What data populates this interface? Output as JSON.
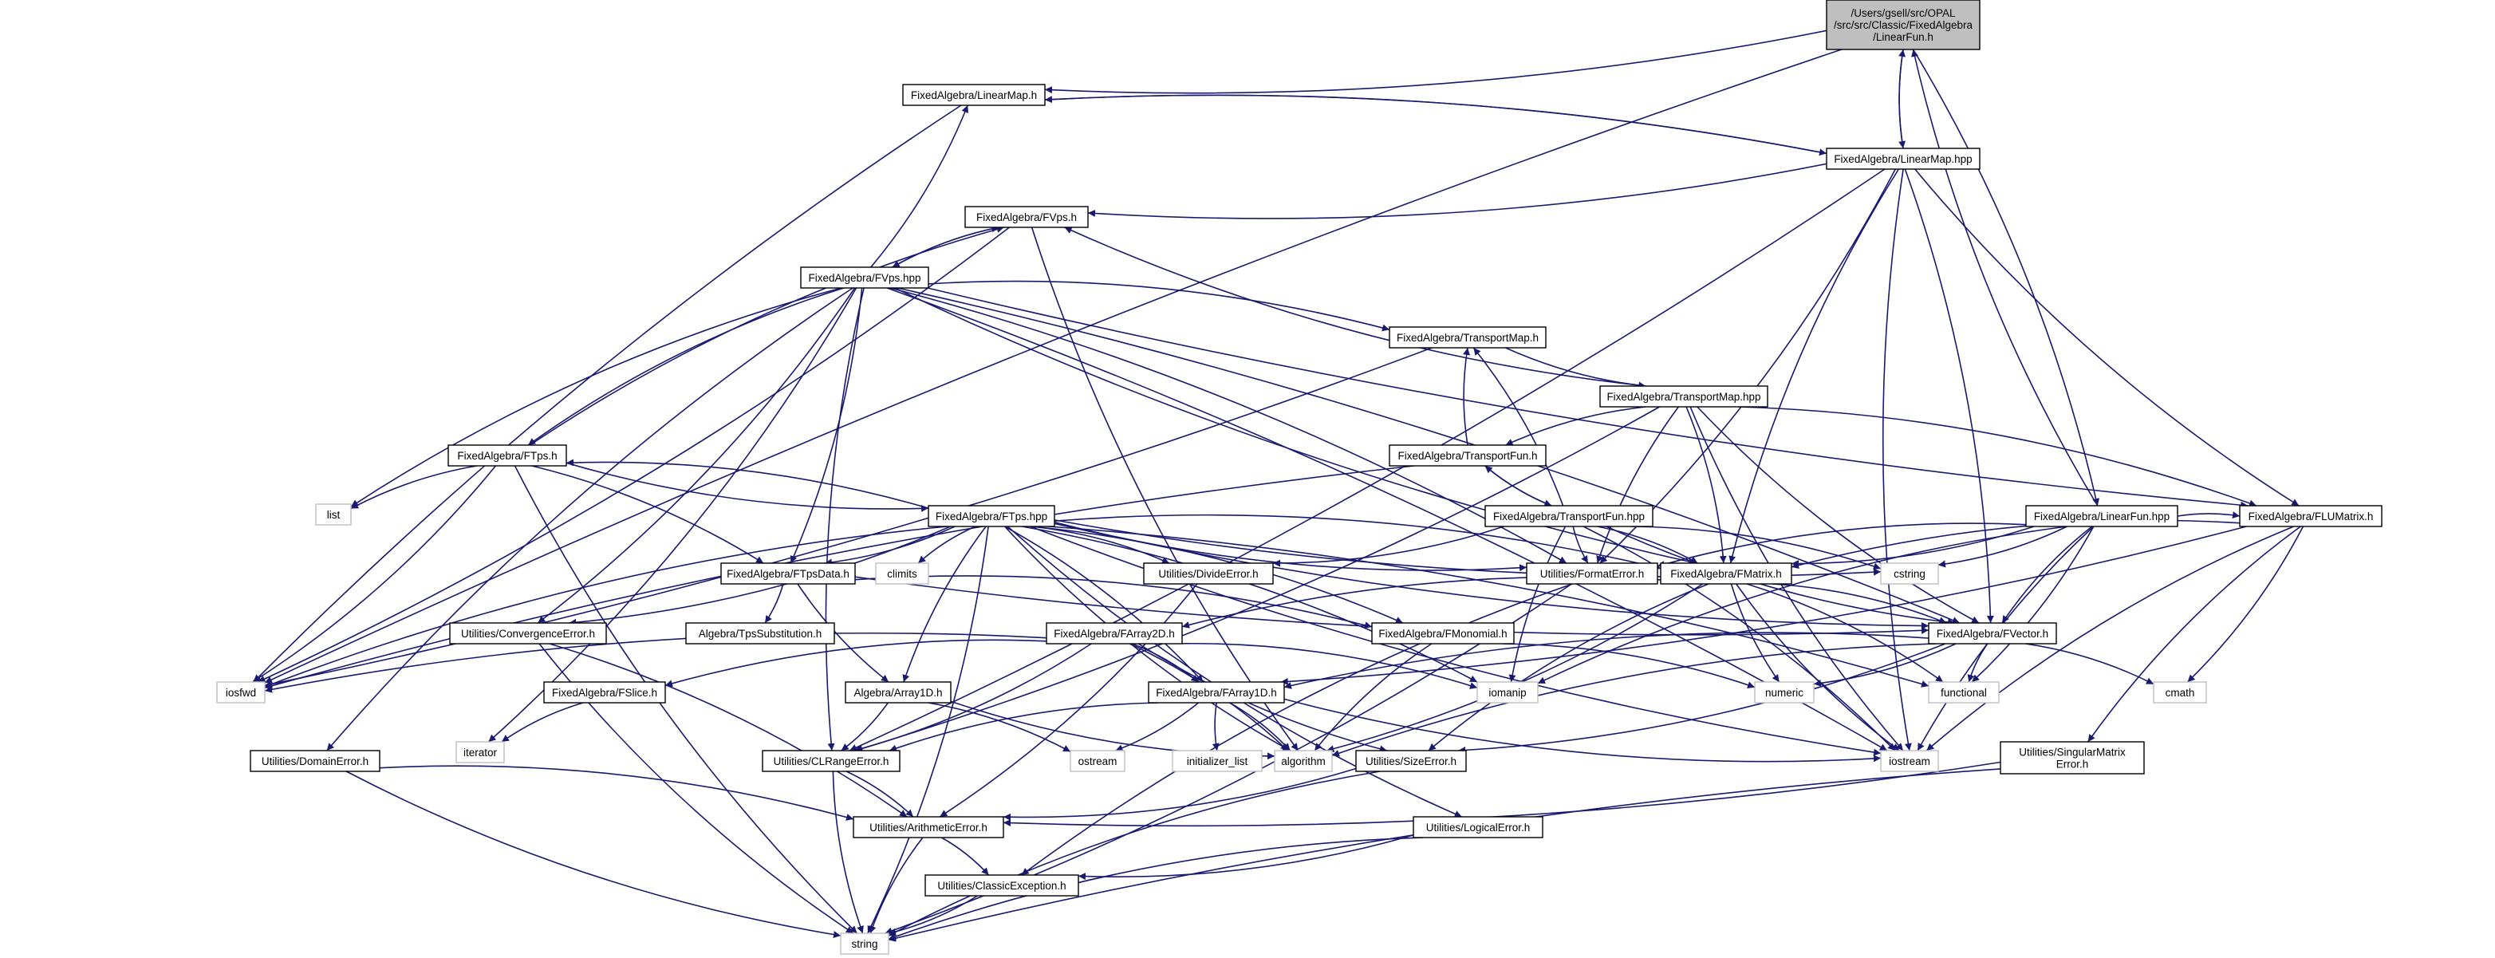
{
  "colors": {
    "edge": "#191970",
    "root_fill": "#bfbfbf",
    "root_border": "#000000",
    "node_fill": "#ffffff",
    "node_border": "#000000",
    "system_border": "#bfbfbf"
  },
  "nodes": [
    {
      "id": "root",
      "lines": [
        "/Users/gsell/src/OPAL",
        "/src/src/Classic/FixedAlgebra",
        "/LinearFun.h"
      ],
      "kind": "root"
    },
    {
      "id": "linearmap_h",
      "lines": [
        "FixedAlgebra/LinearMap.h"
      ],
      "kind": "local"
    },
    {
      "id": "linearmap_hpp",
      "lines": [
        "FixedAlgebra/LinearMap.hpp"
      ],
      "kind": "local"
    },
    {
      "id": "fvps_h",
      "lines": [
        "FixedAlgebra/FVps.h"
      ],
      "kind": "local"
    },
    {
      "id": "fvps_hpp",
      "lines": [
        "FixedAlgebra/FVps.hpp"
      ],
      "kind": "local"
    },
    {
      "id": "transportmap_h",
      "lines": [
        "FixedAlgebra/TransportMap.h"
      ],
      "kind": "local"
    },
    {
      "id": "transportmap_hpp",
      "lines": [
        "FixedAlgebra/TransportMap.hpp"
      ],
      "kind": "local"
    },
    {
      "id": "transportfun_h",
      "lines": [
        "FixedAlgebra/TransportFun.h"
      ],
      "kind": "local"
    },
    {
      "id": "transportfun_hpp",
      "lines": [
        "FixedAlgebra/TransportFun.hpp"
      ],
      "kind": "local"
    },
    {
      "id": "ftps_h",
      "lines": [
        "FixedAlgebra/FTps.h"
      ],
      "kind": "local"
    },
    {
      "id": "ftps_hpp",
      "lines": [
        "FixedAlgebra/FTps.hpp"
      ],
      "kind": "local"
    },
    {
      "id": "linearfun_hpp",
      "lines": [
        "FixedAlgebra/LinearFun.hpp"
      ],
      "kind": "local"
    },
    {
      "id": "flumatrix_h",
      "lines": [
        "FixedAlgebra/FLUMatrix.h"
      ],
      "kind": "local"
    },
    {
      "id": "list",
      "lines": [
        "list"
      ],
      "kind": "system"
    },
    {
      "id": "climits",
      "lines": [
        "climits"
      ],
      "kind": "system"
    },
    {
      "id": "cstring",
      "lines": [
        "cstring"
      ],
      "kind": "system"
    },
    {
      "id": "divideerror_h",
      "lines": [
        "Utilities/DivideError.h"
      ],
      "kind": "local"
    },
    {
      "id": "formaterror_h",
      "lines": [
        "Utilities/FormatError.h"
      ],
      "kind": "local"
    },
    {
      "id": "fmatrix_h",
      "lines": [
        "FixedAlgebra/FMatrix.h"
      ],
      "kind": "local"
    },
    {
      "id": "ftpsdata_h",
      "lines": [
        "FixedAlgebra/FTpsData.h"
      ],
      "kind": "local"
    },
    {
      "id": "tpssubstitution_h",
      "lines": [
        "Algebra/TpsSubstitution.h"
      ],
      "kind": "local"
    },
    {
      "id": "convergenceerror_h",
      "lines": [
        "Utilities/ConvergenceError.h"
      ],
      "kind": "local"
    },
    {
      "id": "farray2d_h",
      "lines": [
        "FixedAlgebra/FArray2D.h"
      ],
      "kind": "local"
    },
    {
      "id": "fmonomial_h",
      "lines": [
        "FixedAlgebra/FMonomial.h"
      ],
      "kind": "local"
    },
    {
      "id": "fvector_h",
      "lines": [
        "FixedAlgebra/FVector.h"
      ],
      "kind": "local"
    },
    {
      "id": "iosfwd",
      "lines": [
        "iosfwd"
      ],
      "kind": "system"
    },
    {
      "id": "fslice_h",
      "lines": [
        "FixedAlgebra/FSlice.h"
      ],
      "kind": "local"
    },
    {
      "id": "array1d_h",
      "lines": [
        "Algebra/Array1D.h"
      ],
      "kind": "local"
    },
    {
      "id": "iomanip",
      "lines": [
        "iomanip"
      ],
      "kind": "system"
    },
    {
      "id": "numeric",
      "lines": [
        "numeric"
      ],
      "kind": "system"
    },
    {
      "id": "functional",
      "lines": [
        "functional"
      ],
      "kind": "system"
    },
    {
      "id": "cmath",
      "lines": [
        "cmath"
      ],
      "kind": "system"
    },
    {
      "id": "farray1d_h",
      "lines": [
        "FixedAlgebra/FArray1D.h"
      ],
      "kind": "local"
    },
    {
      "id": "iterator",
      "lines": [
        "iterator"
      ],
      "kind": "system"
    },
    {
      "id": "domainerror_h",
      "lines": [
        "Utilities/DomainError.h"
      ],
      "kind": "local"
    },
    {
      "id": "clrangeerror_h",
      "lines": [
        "Utilities/CLRangeError.h"
      ],
      "kind": "local"
    },
    {
      "id": "ostream",
      "lines": [
        "ostream"
      ],
      "kind": "system"
    },
    {
      "id": "initializer_list",
      "lines": [
        "initializer_list"
      ],
      "kind": "system"
    },
    {
      "id": "algorithm",
      "lines": [
        "algorithm"
      ],
      "kind": "system"
    },
    {
      "id": "sizeerror_h",
      "lines": [
        "Utilities/SizeError.h"
      ],
      "kind": "local"
    },
    {
      "id": "iostream",
      "lines": [
        "iostream"
      ],
      "kind": "system"
    },
    {
      "id": "singularmatrixerror_h",
      "lines": [
        "Utilities/SingularMatrix",
        "Error.h"
      ],
      "kind": "local"
    },
    {
      "id": "arithmeticerror_h",
      "lines": [
        "Utilities/ArithmeticError.h"
      ],
      "kind": "local"
    },
    {
      "id": "logicalerror_h",
      "lines": [
        "Utilities/LogicalError.h"
      ],
      "kind": "local"
    },
    {
      "id": "classicexception_h",
      "lines": [
        "Utilities/ClassicException.h"
      ],
      "kind": "local"
    },
    {
      "id": "string",
      "lines": [
        "string"
      ],
      "kind": "system"
    }
  ],
  "edges": [
    [
      "root",
      "linearmap_h"
    ],
    [
      "root",
      "iosfwd"
    ],
    [
      "root",
      "linearfun_hpp"
    ],
    [
      "root",
      "linearmap_hpp"
    ],
    [
      "linearmap_h",
      "linearmap_hpp"
    ],
    [
      "linearmap_h",
      "iosfwd"
    ],
    [
      "linearmap_hpp",
      "fvps_h"
    ],
    [
      "linearmap_hpp",
      "linearmap_h"
    ],
    [
      "linearmap_hpp",
      "root"
    ],
    [
      "linearmap_hpp",
      "flumatrix_h"
    ],
    [
      "linearmap_hpp",
      "formaterror_h"
    ],
    [
      "linearmap_hpp",
      "fmatrix_h"
    ],
    [
      "linearmap_hpp",
      "fvector_h"
    ],
    [
      "linearmap_hpp",
      "iostream"
    ],
    [
      "linearmap_hpp",
      "clrangeerror_h"
    ],
    [
      "fvps_h",
      "fvps_hpp"
    ],
    [
      "fvps_h",
      "iosfwd"
    ],
    [
      "fvps_h",
      "algorithm"
    ],
    [
      "fvps_hpp",
      "fvps_h"
    ],
    [
      "fvps_hpp",
      "linearmap_h"
    ],
    [
      "fvps_hpp",
      "transportmap_h"
    ],
    [
      "fvps_hpp",
      "ftps_h"
    ],
    [
      "fvps_hpp",
      "ftpsdata_h"
    ],
    [
      "fvps_hpp",
      "list"
    ],
    [
      "fvps_hpp",
      "iterator"
    ],
    [
      "fvps_hpp",
      "domainerror_h"
    ],
    [
      "fvps_hpp",
      "convergenceerror_h"
    ],
    [
      "fvps_hpp",
      "clrangeerror_h"
    ],
    [
      "fvps_hpp",
      "formaterror_h"
    ],
    [
      "fvps_hpp",
      "fmatrix_h"
    ],
    [
      "fvps_hpp",
      "fvector_h"
    ],
    [
      "fvps_hpp",
      "flumatrix_h"
    ],
    [
      "fvps_hpp",
      "iostream"
    ],
    [
      "transportmap_h",
      "transportmap_hpp"
    ],
    [
      "transportmap_h",
      "iosfwd"
    ],
    [
      "transportmap_hpp",
      "transportfun_h"
    ],
    [
      "transportmap_hpp",
      "fvps_h"
    ],
    [
      "transportmap_hpp",
      "formaterror_h"
    ],
    [
      "transportmap_hpp",
      "fmatrix_h"
    ],
    [
      "transportmap_hpp",
      "fvector_h"
    ],
    [
      "transportmap_hpp",
      "flumatrix_h"
    ],
    [
      "transportmap_hpp",
      "iostream"
    ],
    [
      "transportmap_hpp",
      "clrangeerror_h"
    ],
    [
      "transportfun_h",
      "transportfun_hpp"
    ],
    [
      "transportfun_h",
      "transportmap_h"
    ],
    [
      "transportfun_h",
      "iosfwd"
    ],
    [
      "transportfun_hpp",
      "transportfun_h"
    ],
    [
      "transportfun_hpp",
      "transportmap_h"
    ],
    [
      "transportfun_hpp",
      "divideerror_h"
    ],
    [
      "transportfun_hpp",
      "formaterror_h"
    ],
    [
      "transportfun_hpp",
      "fmatrix_h"
    ],
    [
      "transportfun_hpp",
      "fvector_h"
    ],
    [
      "transportfun_hpp",
      "iostream"
    ],
    [
      "transportfun_hpp",
      "iomanip"
    ],
    [
      "transportfun_hpp",
      "cstring"
    ],
    [
      "ftps_h",
      "ftps_hpp"
    ],
    [
      "ftps_h",
      "fvps_h"
    ],
    [
      "ftps_h",
      "list"
    ],
    [
      "ftps_h",
      "iosfwd"
    ],
    [
      "ftps_h",
      "string"
    ],
    [
      "ftps_h",
      "ftpsdata_h"
    ],
    [
      "ftps_hpp",
      "ftps_h"
    ],
    [
      "ftps_hpp",
      "ftpsdata_h"
    ],
    [
      "ftps_hpp",
      "climits"
    ],
    [
      "ftps_hpp",
      "divideerror_h"
    ],
    [
      "ftps_hpp",
      "formaterror_h"
    ],
    [
      "ftps_hpp",
      "fmatrix_h"
    ],
    [
      "ftps_hpp",
      "fvector_h"
    ],
    [
      "ftps_hpp",
      "farray1d_h"
    ],
    [
      "ftps_hpp",
      "array1d_h"
    ],
    [
      "ftps_hpp",
      "convergenceerror_h"
    ],
    [
      "ftps_hpp",
      "logicalerror_h"
    ],
    [
      "ftps_hpp",
      "iomanip"
    ],
    [
      "ftps_hpp",
      "algorithm"
    ],
    [
      "ftps_hpp",
      "functional"
    ],
    [
      "ftps_hpp",
      "iostream"
    ],
    [
      "ftps_hpp",
      "string"
    ],
    [
      "ftps_hpp",
      "iosfwd"
    ],
    [
      "ftps_hpp",
      "fmonomial_h"
    ],
    [
      "ftps_hpp",
      "cstring"
    ],
    [
      "linearfun_hpp",
      "root"
    ],
    [
      "linearfun_hpp",
      "formaterror_h"
    ],
    [
      "linearfun_hpp",
      "fmatrix_h"
    ],
    [
      "linearfun_hpp",
      "fvector_h"
    ],
    [
      "linearfun_hpp",
      "cstring"
    ],
    [
      "linearfun_hpp",
      "iostream"
    ],
    [
      "linearfun_hpp",
      "functional"
    ],
    [
      "linearfun_hpp",
      "iomanip"
    ],
    [
      "linearfun_hpp",
      "flumatrix_h"
    ],
    [
      "flumatrix_h",
      "fmatrix_h"
    ],
    [
      "flumatrix_h",
      "farray1d_h"
    ],
    [
      "flumatrix_h",
      "singularmatrixerror_h"
    ],
    [
      "flumatrix_h",
      "cmath"
    ],
    [
      "flumatrix_h",
      "iostream"
    ],
    [
      "divideerror_h",
      "arithmeticerror_h"
    ],
    [
      "formaterror_h",
      "classicexception_h"
    ],
    [
      "formaterror_h",
      "string"
    ],
    [
      "fmatrix_h",
      "farray2d_h"
    ],
    [
      "fmatrix_h",
      "fvector_h"
    ],
    [
      "fmatrix_h",
      "sizeerror_h"
    ],
    [
      "fmatrix_h",
      "algorithm"
    ],
    [
      "fmatrix_h",
      "numeric"
    ],
    [
      "fmatrix_h",
      "functional"
    ],
    [
      "fmatrix_h",
      "iostream"
    ],
    [
      "ftpsdata_h",
      "tpssubstitution_h"
    ],
    [
      "ftpsdata_h",
      "array1d_h"
    ],
    [
      "ftpsdata_h",
      "fmonomial_h"
    ],
    [
      "ftpsdata_h",
      "fvector_h"
    ],
    [
      "convergenceerror_h",
      "arithmeticerror_h"
    ],
    [
      "convergenceerror_h",
      "string"
    ],
    [
      "farray2d_h",
      "farray1d_h"
    ],
    [
      "farray2d_h",
      "fslice_h"
    ],
    [
      "farray2d_h",
      "clrangeerror_h"
    ],
    [
      "farray2d_h",
      "sizeerror_h"
    ],
    [
      "farray2d_h",
      "algorithm"
    ],
    [
      "farray2d_h",
      "iosfwd"
    ],
    [
      "farray2d_h",
      "iomanip"
    ],
    [
      "fmonomial_h",
      "algorithm"
    ],
    [
      "fmonomial_h",
      "numeric"
    ],
    [
      "fvector_h",
      "farray1d_h"
    ],
    [
      "fvector_h",
      "sizeerror_h"
    ],
    [
      "fvector_h",
      "algorithm"
    ],
    [
      "fvector_h",
      "numeric"
    ],
    [
      "fvector_h",
      "functional"
    ],
    [
      "fvector_h",
      "cmath"
    ],
    [
      "fslice_h",
      "iterator"
    ],
    [
      "array1d_h",
      "clrangeerror_h"
    ],
    [
      "array1d_h",
      "algorithm"
    ],
    [
      "array1d_h",
      "ostream"
    ],
    [
      "farray1d_h",
      "clrangeerror_h"
    ],
    [
      "farray1d_h",
      "algorithm"
    ],
    [
      "farray1d_h",
      "initializer_list"
    ],
    [
      "farray1d_h",
      "ostream"
    ],
    [
      "farray1d_h",
      "iostream"
    ],
    [
      "domainerror_h",
      "arithmeticerror_h"
    ],
    [
      "domainerror_h",
      "string"
    ],
    [
      "clrangeerror_h",
      "arithmeticerror_h"
    ],
    [
      "clrangeerror_h",
      "string"
    ],
    [
      "sizeerror_h",
      "arithmeticerror_h"
    ],
    [
      "sizeerror_h",
      "string"
    ],
    [
      "singularmatrixerror_h",
      "arithmeticerror_h"
    ],
    [
      "singularmatrixerror_h",
      "string"
    ],
    [
      "arithmeticerror_h",
      "classicexception_h"
    ],
    [
      "arithmeticerror_h",
      "string"
    ],
    [
      "logicalerror_h",
      "classicexception_h"
    ],
    [
      "logicalerror_h",
      "string"
    ],
    [
      "classicexception_h",
      "string"
    ]
  ]
}
